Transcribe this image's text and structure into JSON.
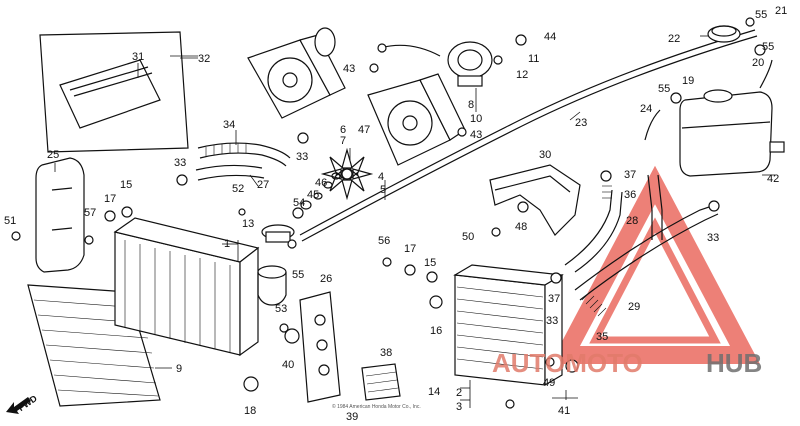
{
  "diagram": {
    "part_numbers": [
      "1",
      "2",
      "3",
      "4",
      "5",
      "6",
      "7",
      "8",
      "9",
      "10",
      "11",
      "12",
      "13",
      "14",
      "15",
      "16",
      "17",
      "18",
      "19",
      "20",
      "21",
      "22",
      "23",
      "24",
      "25",
      "26",
      "27",
      "28",
      "29",
      "30",
      "31",
      "32",
      "33",
      "34",
      "35",
      "36",
      "37",
      "38",
      "39",
      "40",
      "41",
      "42",
      "43",
      "44",
      "45",
      "46",
      "47",
      "48",
      "49",
      "50",
      "51",
      "52",
      "53",
      "54",
      "55",
      "56",
      "57"
    ],
    "direction_marker": "FWD",
    "copyright_note": "© 1984 American Honda Motor Co., Inc."
  },
  "watermark": {
    "part1": "AUTOMOTO",
    "part2": "HUB",
    "color_red": "#e05a4a",
    "color_gray": "#6e6e6e"
  }
}
